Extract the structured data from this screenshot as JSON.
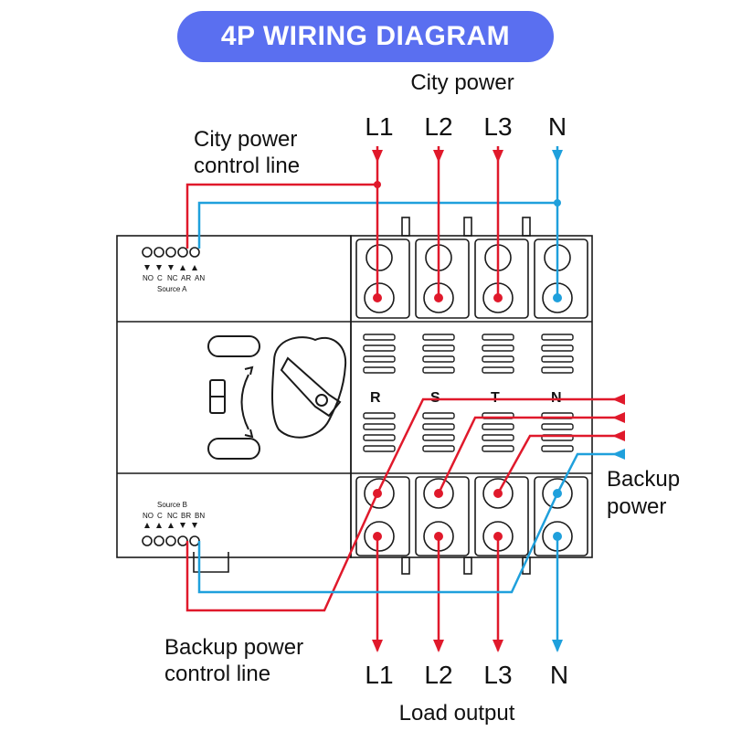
{
  "title": "4P WIRING DIAGRAM",
  "top_caption": "City power",
  "bottom_caption": "Load output",
  "city_power_control_label": [
    "City power",
    "control line"
  ],
  "backup_power_control_label": [
    "Backup power",
    "control line"
  ],
  "backup_power_label": [
    "Backup",
    "power"
  ],
  "top_phases": [
    "L1",
    "L2",
    "L3",
    "N"
  ],
  "bottom_phases": [
    "L1",
    "L2",
    "L3",
    "N"
  ],
  "middle_phases": [
    "R",
    "S",
    "T",
    "N"
  ],
  "source_a": {
    "terminals": [
      "NO",
      "C",
      "NC",
      "AR",
      "AN"
    ],
    "label": "Source A"
  },
  "source_b": {
    "terminals": [
      "NO",
      "C",
      "NC",
      "BR",
      "BN"
    ],
    "label": "Source B"
  },
  "colors": {
    "live_wire": "#e0192b",
    "neutral_wire": "#1fa0dc",
    "title_bg": "#5a6ff0",
    "outline": "#1a1a1a"
  }
}
